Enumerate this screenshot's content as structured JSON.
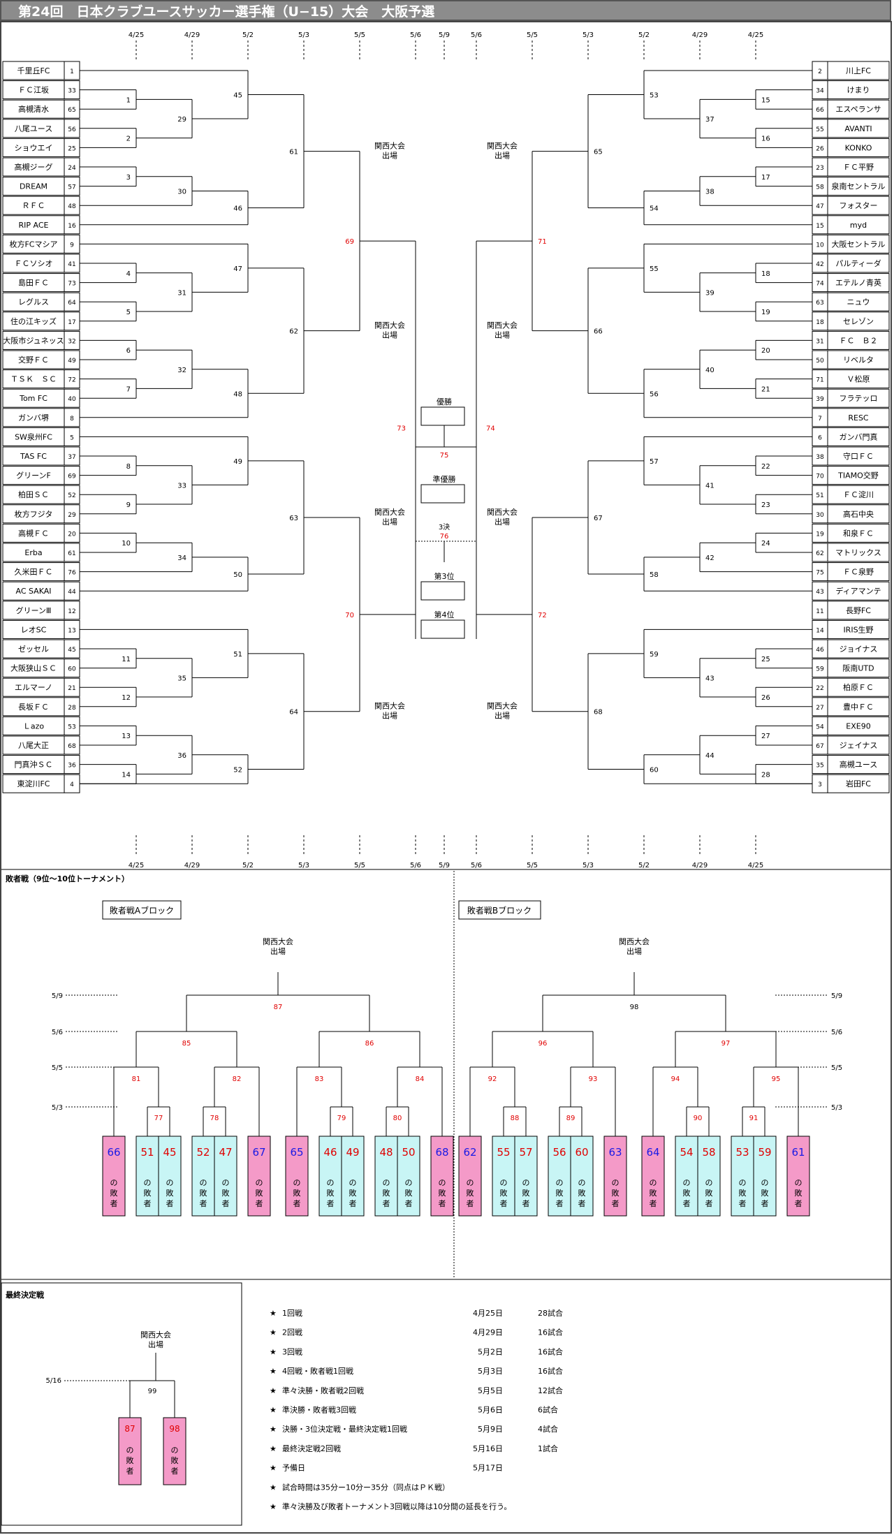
{
  "title": "第24回　日本クラブユースサッカー選手権（U−15）大会　大阪予選",
  "top_dates_left": [
    "4/25",
    "4/29",
    "5/2",
    "5/3",
    "5/5",
    "5/6"
  ],
  "top_dates_mid": [
    "5/9"
  ],
  "top_dates_right": [
    "5/6",
    "5/5",
    "5/3",
    "5/2",
    "4/29",
    "4/25"
  ],
  "left_teams": [
    {
      "name": "千里丘FC",
      "seed": "1"
    },
    {
      "name": "ＦＣ江坂",
      "seed": "33"
    },
    {
      "name": "高槻清水",
      "seed": "65"
    },
    {
      "name": "八尾ユース",
      "seed": "56"
    },
    {
      "name": "ショウエイ",
      "seed": "25"
    },
    {
      "name": "高槻ジーグ",
      "seed": "24"
    },
    {
      "name": "DREAM",
      "seed": "57"
    },
    {
      "name": "ＲＦＣ",
      "seed": "48"
    },
    {
      "name": "RIP ACE",
      "seed": "16"
    },
    {
      "name": "枚方FCマシア",
      "seed": "9"
    },
    {
      "name": "ＦＣソシオ",
      "seed": "41"
    },
    {
      "name": "島田ＦＣ",
      "seed": "73"
    },
    {
      "name": "レグルス",
      "seed": "64"
    },
    {
      "name": "住の江キッズ",
      "seed": "17"
    },
    {
      "name": "大阪市ジュネッス",
      "seed": "32"
    },
    {
      "name": "交野ＦＣ",
      "seed": "49"
    },
    {
      "name": "ＴＳＫ　ＳＣ",
      "seed": "72"
    },
    {
      "name": "Tom FC",
      "seed": "40"
    },
    {
      "name": "ガンバ堺",
      "seed": "8"
    },
    {
      "name": "SW泉州FC",
      "seed": "5"
    },
    {
      "name": "TAS FC",
      "seed": "37"
    },
    {
      "name": "グリーンF",
      "seed": "69"
    },
    {
      "name": "柏田ＳＣ",
      "seed": "52"
    },
    {
      "name": "枚方フジタ",
      "seed": "29"
    },
    {
      "name": "高槻ＦＣ",
      "seed": "20"
    },
    {
      "name": "Erba",
      "seed": "61"
    },
    {
      "name": "久米田ＦＣ",
      "seed": "76"
    },
    {
      "name": "AC SAKAI",
      "seed": "44"
    },
    {
      "name": "グリーンⅢ",
      "seed": "12"
    },
    {
      "name": "レオSC",
      "seed": "13"
    },
    {
      "name": "ゼッセル",
      "seed": "45"
    },
    {
      "name": "大阪狭山ＳＣ",
      "seed": "60"
    },
    {
      "name": "エルマーノ",
      "seed": "21"
    },
    {
      "name": "長坂ＦＣ",
      "seed": "28"
    },
    {
      "name": "Ｌazo",
      "seed": "53"
    },
    {
      "name": "八尾大正",
      "seed": "68"
    },
    {
      "name": "門真沖ＳＣ",
      "seed": "36"
    },
    {
      "name": "東淀川FC",
      "seed": "4"
    }
  ],
  "right_teams": [
    {
      "name": "川上FC",
      "seed": "2"
    },
    {
      "name": "けまり",
      "seed": "34"
    },
    {
      "name": "エスペランサ",
      "seed": "66"
    },
    {
      "name": "AVANTI",
      "seed": "55"
    },
    {
      "name": "KONKO",
      "seed": "26"
    },
    {
      "name": "ＦＣ平野",
      "seed": "23"
    },
    {
      "name": "泉南セントラル",
      "seed": "58"
    },
    {
      "name": "フォスター",
      "seed": "47"
    },
    {
      "name": "myd",
      "seed": "15"
    },
    {
      "name": "大阪セントラル",
      "seed": "10"
    },
    {
      "name": "パルティーダ",
      "seed": "42"
    },
    {
      "name": "エテルノ青英",
      "seed": "74"
    },
    {
      "name": "ニュウ",
      "seed": "63"
    },
    {
      "name": "セレゾン",
      "seed": "18"
    },
    {
      "name": "ＦＣ　Ｂ２",
      "seed": "31"
    },
    {
      "name": "リベルタ",
      "seed": "50"
    },
    {
      "name": "Ｖ松原",
      "seed": "71"
    },
    {
      "name": "フラテッロ",
      "seed": "39"
    },
    {
      "name": "RESC",
      "seed": "7"
    },
    {
      "name": "ガンバ門真",
      "seed": "6"
    },
    {
      "name": "守口ＦＣ",
      "seed": "38"
    },
    {
      "name": "TIAMO交野",
      "seed": "70"
    },
    {
      "name": "ＦＣ淀川",
      "seed": "51"
    },
    {
      "name": "高石中央",
      "seed": "30"
    },
    {
      "name": "和泉ＦＣ",
      "seed": "19"
    },
    {
      "name": "マトリックス",
      "seed": "62"
    },
    {
      "name": "ＦＣ泉野",
      "seed": "75"
    },
    {
      "name": "ディアマンテ",
      "seed": "43"
    },
    {
      "name": "長野FC",
      "seed": "11"
    },
    {
      "name": "IRIS生野",
      "seed": "14"
    },
    {
      "name": "ジョイナス",
      "seed": "46"
    },
    {
      "name": "阪南UTD",
      "seed": "59"
    },
    {
      "name": "柏原ＦＣ",
      "seed": "22"
    },
    {
      "name": "豊中ＦＣ",
      "seed": "27"
    },
    {
      "name": "EXE90",
      "seed": "54"
    },
    {
      "name": "ジェイナス",
      "seed": "67"
    },
    {
      "name": "高槻ユース",
      "seed": "35"
    },
    {
      "name": "岩田FC",
      "seed": "3"
    }
  ],
  "left_matches": {
    "r1": [
      "1",
      "2",
      "3",
      "4",
      "5",
      "6",
      "7",
      "8",
      "9",
      "10",
      "11",
      "12",
      "13",
      "14"
    ],
    "r2": [
      "29",
      "30",
      "31",
      "32",
      "33",
      "34",
      "35",
      "36"
    ],
    "r3": [
      "45",
      "46",
      "47",
      "48",
      "49",
      "50",
      "51",
      "52"
    ],
    "r4": [
      "61",
      "62",
      "63",
      "64"
    ],
    "qf": [
      "69",
      "70"
    ],
    "sf": "73"
  },
  "right_matches": {
    "r1": [
      "15",
      "16",
      "17",
      "18",
      "19",
      "20",
      "21",
      "22",
      "23",
      "24",
      "25",
      "26",
      "27",
      "28"
    ],
    "r2": [
      "37",
      "38",
      "39",
      "40",
      "41",
      "42",
      "43",
      "44"
    ],
    "r3": [
      "53",
      "54",
      "55",
      "56",
      "57",
      "58",
      "59",
      "60"
    ],
    "r4": [
      "65",
      "66",
      "67",
      "68"
    ],
    "qf": [
      "71",
      "72"
    ],
    "sf": "74"
  },
  "kansai_label": "関西大会出場",
  "final_labels": {
    "winner": "優勝",
    "runner_up": "準優勝",
    "third_match": "3決",
    "third": "第3位",
    "fourth": "第4位",
    "final_no": "75",
    "third_no": "76"
  },
  "consolation": {
    "heading": "敗者戦（9位～10位トーナメント）",
    "block_a": "敗者戦Aブロック",
    "block_b": "敗者戦Bブロック",
    "dates": [
      "5/9",
      "5/6",
      "5/5",
      "5/3"
    ],
    "a_matches": {
      "top": "87",
      "r3": [
        "85",
        "86"
      ],
      "r2": [
        "81",
        "82",
        "83",
        "84"
      ],
      "r1": [
        "77",
        "78",
        "79",
        "80"
      ]
    },
    "b_matches": {
      "top": "98",
      "r3": [
        "96",
        "97"
      ],
      "r2": [
        "92",
        "93",
        "94",
        "95"
      ],
      "r1": [
        "88",
        "89",
        "90",
        "91"
      ]
    },
    "loser_label": "の敗者",
    "a_boxes": [
      [
        "66",
        "pink"
      ],
      [
        "51",
        "cyan"
      ],
      [
        "45",
        "cyan"
      ],
      [
        "52",
        "cyan"
      ],
      [
        "47",
        "cyan"
      ],
      [
        "67",
        "pink"
      ],
      [
        "65",
        "pink"
      ],
      [
        "46",
        "cyan"
      ],
      [
        "49",
        "cyan"
      ],
      [
        "48",
        "cyan"
      ],
      [
        "50",
        "cyan"
      ],
      [
        "68",
        "pink"
      ]
    ],
    "b_boxes": [
      [
        "62",
        "pink"
      ],
      [
        "55",
        "cyan"
      ],
      [
        "57",
        "cyan"
      ],
      [
        "56",
        "cyan"
      ],
      [
        "60",
        "cyan"
      ],
      [
        "63",
        "pink"
      ],
      [
        "64",
        "pink"
      ],
      [
        "54",
        "cyan"
      ],
      [
        "58",
        "cyan"
      ],
      [
        "53",
        "cyan"
      ],
      [
        "59",
        "cyan"
      ],
      [
        "61",
        "pink"
      ]
    ]
  },
  "final_decision": {
    "heading": "最終決定戦",
    "date": "5/16",
    "match": "99",
    "boxes": [
      "87",
      "98"
    ]
  },
  "schedule": [
    {
      "label": "1回戦",
      "date": "4月25日",
      "count": "28試合"
    },
    {
      "label": "2回戦",
      "date": "4月29日",
      "count": "16試合"
    },
    {
      "label": "3回戦",
      "date": "5月2日",
      "count": "16試合"
    },
    {
      "label": "4回戦・敗者戦1回戦",
      "date": "5月3日",
      "count": "16試合"
    },
    {
      "label": "準々決勝・敗者戦2回戦",
      "date": "5月5日",
      "count": "12試合"
    },
    {
      "label": "準決勝・敗者戦3回戦",
      "date": "5月6日",
      "count": "6試合"
    },
    {
      "label": "決勝・3位決定戦・最終決定戦1回戦",
      "date": "5月9日",
      "count": "4試合"
    },
    {
      "label": "最終決定戦2回戦",
      "date": "5月16日",
      "count": "1試合"
    },
    {
      "label": "予備日",
      "date": "5月17日",
      "count": ""
    },
    {
      "label": "試合時間は35分ー10分ー35分（同点はＰＫ戦）",
      "date": "",
      "count": ""
    },
    {
      "label": "準々決勝及び敗者トーナメント3回戦以降は10分間の延長を行う。",
      "date": "",
      "count": ""
    }
  ],
  "colors": {
    "title_bg": "#8c8c8c",
    "red": "#e00000",
    "blue": "#1a1ae6",
    "pink": "#f49ac8",
    "cyan": "#c8f5f5"
  }
}
